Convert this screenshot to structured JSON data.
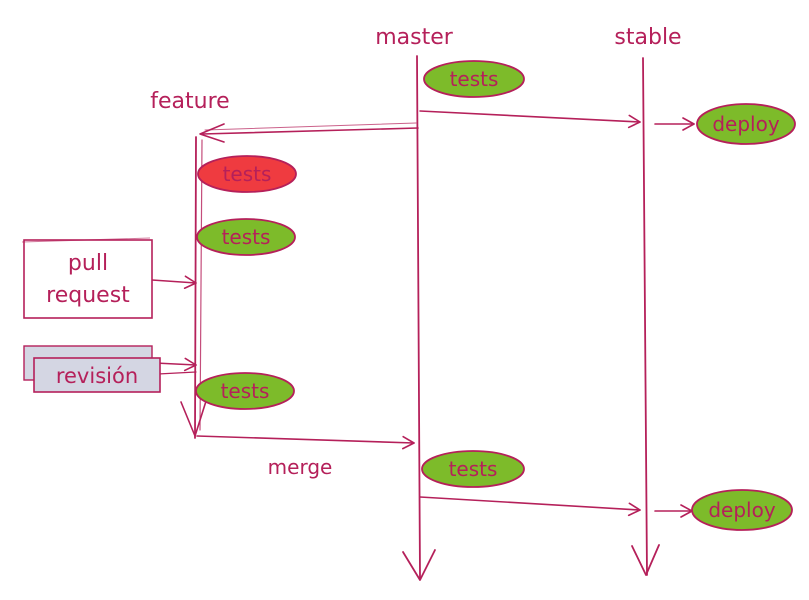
{
  "labels": {
    "master": "master",
    "stable": "stable",
    "feature": "feature",
    "merge": "merge",
    "pull_request_line1": "pull",
    "pull_request_line2": "request",
    "revision": "revisión"
  },
  "badges": {
    "tests": "tests",
    "deploy": "deploy"
  },
  "colors": {
    "ink": "#b5205a",
    "badge_pass": "#7dbb2a",
    "badge_fail": "#ef3b40",
    "box_fill": "#ffffff",
    "revision_fill": "#d4d6e3"
  }
}
